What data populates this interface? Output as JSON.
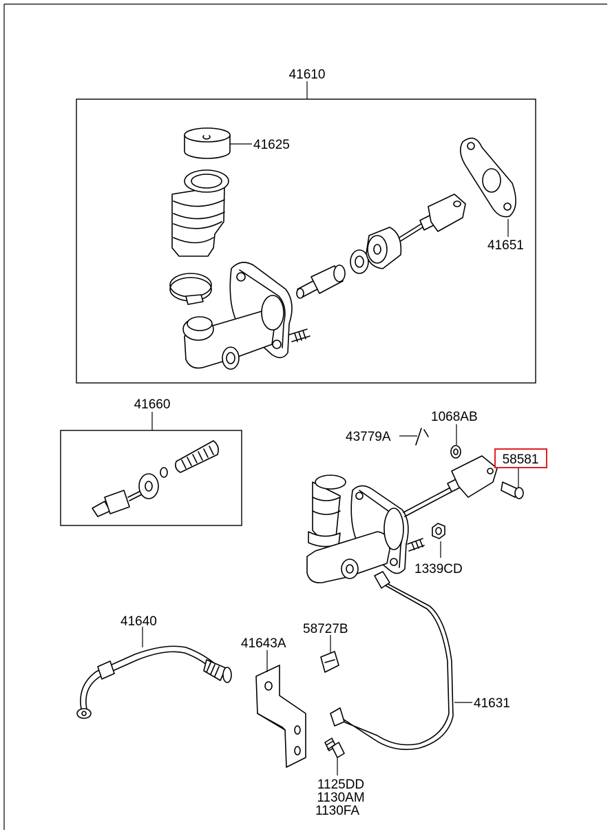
{
  "labels": {
    "l41610": "41610",
    "l41625": "41625",
    "l41651": "41651",
    "l41660": "41660",
    "l43779A": "43779A",
    "l1068AB": "1068AB",
    "l58581": "58581",
    "l1339CD": "1339CD",
    "l41640": "41640",
    "l41643A": "41643A",
    "l58727B": "58727B",
    "l41631": "41631",
    "l1125DD": "1125DD",
    "l1130AM": "1130AM",
    "l1130FA": "1130FA"
  },
  "highlight": {
    "part": "58581",
    "color": "#e02020"
  }
}
